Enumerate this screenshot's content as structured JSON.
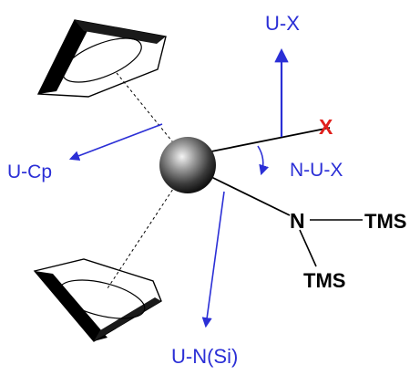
{
  "labels": {
    "u_x": "U-X",
    "x": "X",
    "n_u_x": "N-U-X",
    "u_cp": "U-Cp",
    "n": "N",
    "tms_right": "TMS",
    "tms_bottom": "TMS",
    "u_n_si": "U-N(Si)"
  },
  "colors": {
    "blue": "#2b2fd6",
    "red": "#e0201c",
    "black": "#000000"
  }
}
